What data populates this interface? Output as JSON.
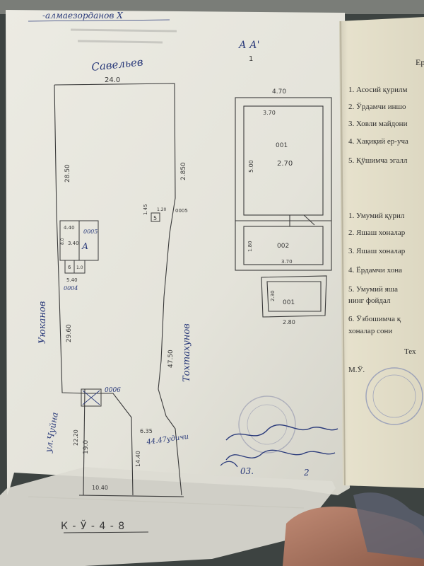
{
  "plot": {
    "header_note": "-алмаезорданов Х",
    "neighbor_top": "Савельев",
    "width_top": "24.0",
    "side_left": "28.50",
    "side_right": "2.850",
    "neighbor_left": "Уюканов",
    "neighbor_right": "Тохтахунов",
    "left_lower": "29.60",
    "right_long": "47.50",
    "street_label": "ул.Чуйна",
    "street_right": "44.47удичи",
    "bottom_width": "10.40",
    "dim_6": "6.35",
    "dim_19": "19.0",
    "dim_22": "22.20",
    "dim_14": "14.40",
    "dim_1": "1.45",
    "dim_5": "5",
    "bottom_code": "К - Ў - 4 - 8"
  },
  "buildings": {
    "main_code": "А",
    "main_w": "4.40",
    "main_h": "3.40",
    "tag_a": "0005",
    "tag_b": "0004",
    "tag_c": "0006",
    "gate_note": "0005",
    "small_dims": "1.20",
    "small_dims2": "5.40",
    "side_num": "8.0",
    "num_6": "6",
    "side_a": "1.0"
  },
  "floorplan": {
    "title": "А А'",
    "sub_mark": "1",
    "top_width": "4.70",
    "inner_width": "3.70",
    "room1_code": "001",
    "room1_area": "2.70",
    "left_height": "5.00",
    "room2_code": "002",
    "room2_h": "1.80",
    "room2_w": "3.70",
    "annex_code": "001",
    "annex_h": "2.30",
    "annex_w": "2.80"
  },
  "right_page": {
    "header_frag": "Ер",
    "items_top": [
      "1.  Асосий қурилм",
      "2.  Ўрдамчи иншо",
      "3.  Ховли майдони",
      "4.  Хақиқий ер-уча",
      "5.  Қўшимча эгалл"
    ],
    "items_bottom": [
      "1.  Умумий қурил",
      "2.  Яшаш хоналар",
      "3.  Яшаш хоналар",
      "4.  Ёрдамчи хона",
      "5.  Умумий яша",
      "     нинг фойдал",
      "6.  Ўзбошимча қ",
      "     хоналар сони"
    ],
    "tech_frag": "Тех",
    "mu": "М.Ў."
  },
  "signature": {
    "date": "03.",
    "num": "2"
  },
  "colors": {
    "paper": "#e9e8df",
    "ink_blue": "#2a3a7a",
    "stamp": "#6a78b0"
  }
}
